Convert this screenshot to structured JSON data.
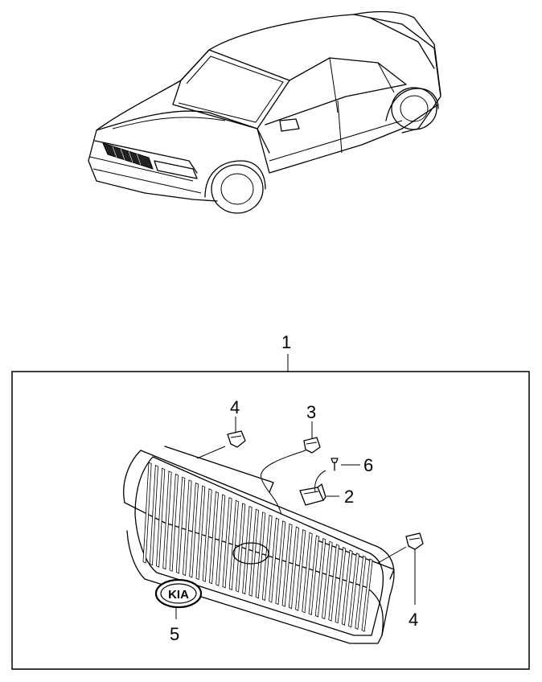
{
  "diagram": {
    "callouts": [
      {
        "id": "part-1",
        "label": "1"
      },
      {
        "id": "part-2",
        "label": "2"
      },
      {
        "id": "part-3",
        "label": "3"
      },
      {
        "id": "part-4a",
        "label": "4"
      },
      {
        "id": "part-4b",
        "label": "4"
      },
      {
        "id": "part-5",
        "label": "5"
      },
      {
        "id": "part-6",
        "label": "6"
      }
    ],
    "emblem_text": "KIA"
  }
}
